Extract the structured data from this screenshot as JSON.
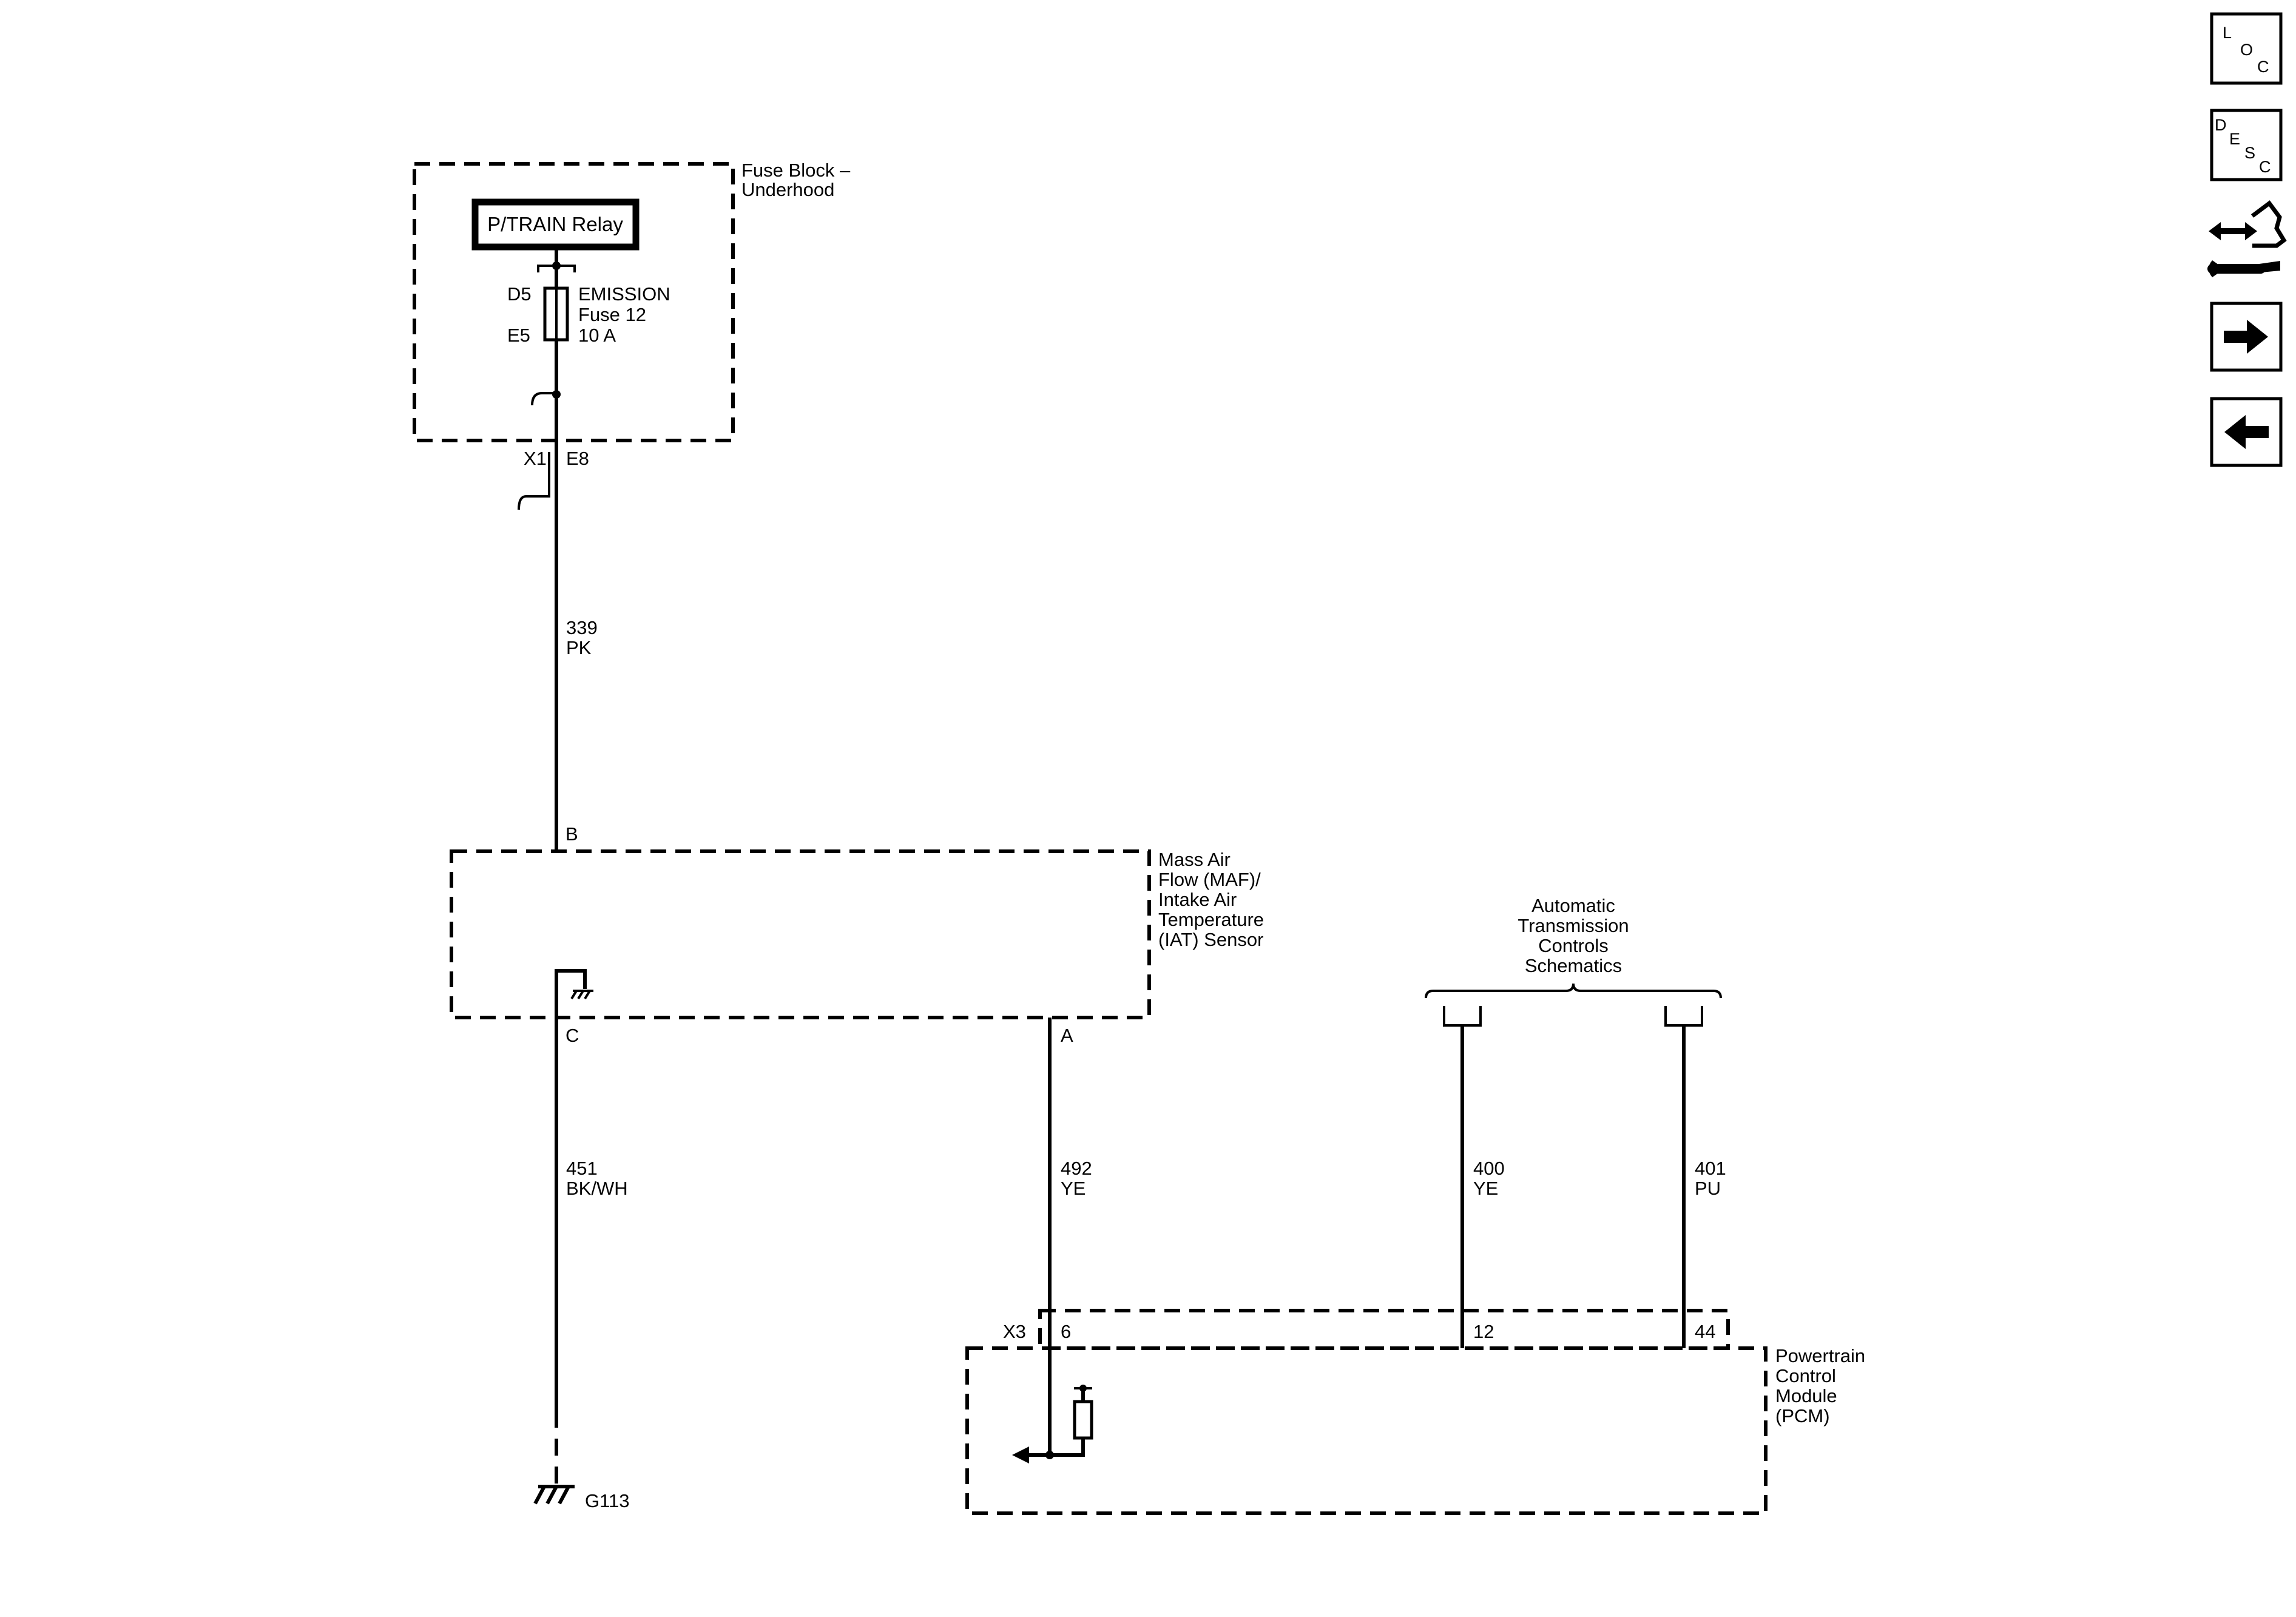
{
  "fuse_block": {
    "label_line1": "Fuse Block –",
    "label_line2": "Underhood",
    "relay_label": "P/TRAIN Relay",
    "fuse_pin_top": "D5",
    "fuse_pin_bottom": "E5",
    "fuse_name": "EMISSION",
    "fuse_number": "Fuse 12",
    "fuse_rating": "10 A",
    "connector": "X1",
    "connector_pin": "E8"
  },
  "wires": {
    "w339": {
      "circuit": "339",
      "color": "PK"
    },
    "w451": {
      "circuit": "451",
      "color": "BK/WH"
    },
    "w492": {
      "circuit": "492",
      "color": "YE"
    },
    "w400": {
      "circuit": "400",
      "color": "YE"
    },
    "w401": {
      "circuit": "401",
      "color": "PU"
    }
  },
  "maf_sensor": {
    "line1": "Mass Air",
    "line2": "Flow (MAF)/",
    "line3": "Intake Air",
    "line4": "Temperature",
    "line5": "(IAT) Sensor",
    "pin_b": "B",
    "pin_c": "C",
    "pin_a": "A"
  },
  "ground": {
    "label": "G113"
  },
  "trans_ref": {
    "line1": "Automatic",
    "line2": "Transmission",
    "line3": "Controls",
    "line4": "Schematics"
  },
  "pcm": {
    "line1": "Powertrain",
    "line2": "Control",
    "line3": "Module",
    "line4": "(PCM)",
    "connector": "X3",
    "pin_6": "6",
    "pin_12": "12",
    "pin_44": "44"
  },
  "nav": {
    "loc_l": "L",
    "loc_o": "O",
    "loc_c": "C",
    "desc_d": "D",
    "desc_e": "E",
    "desc_s": "S",
    "desc_c": "C",
    "icons": [
      "loc-icon",
      "desc-icon",
      "connector-repair-icon",
      "next-arrow-icon",
      "previous-arrow-icon"
    ]
  }
}
